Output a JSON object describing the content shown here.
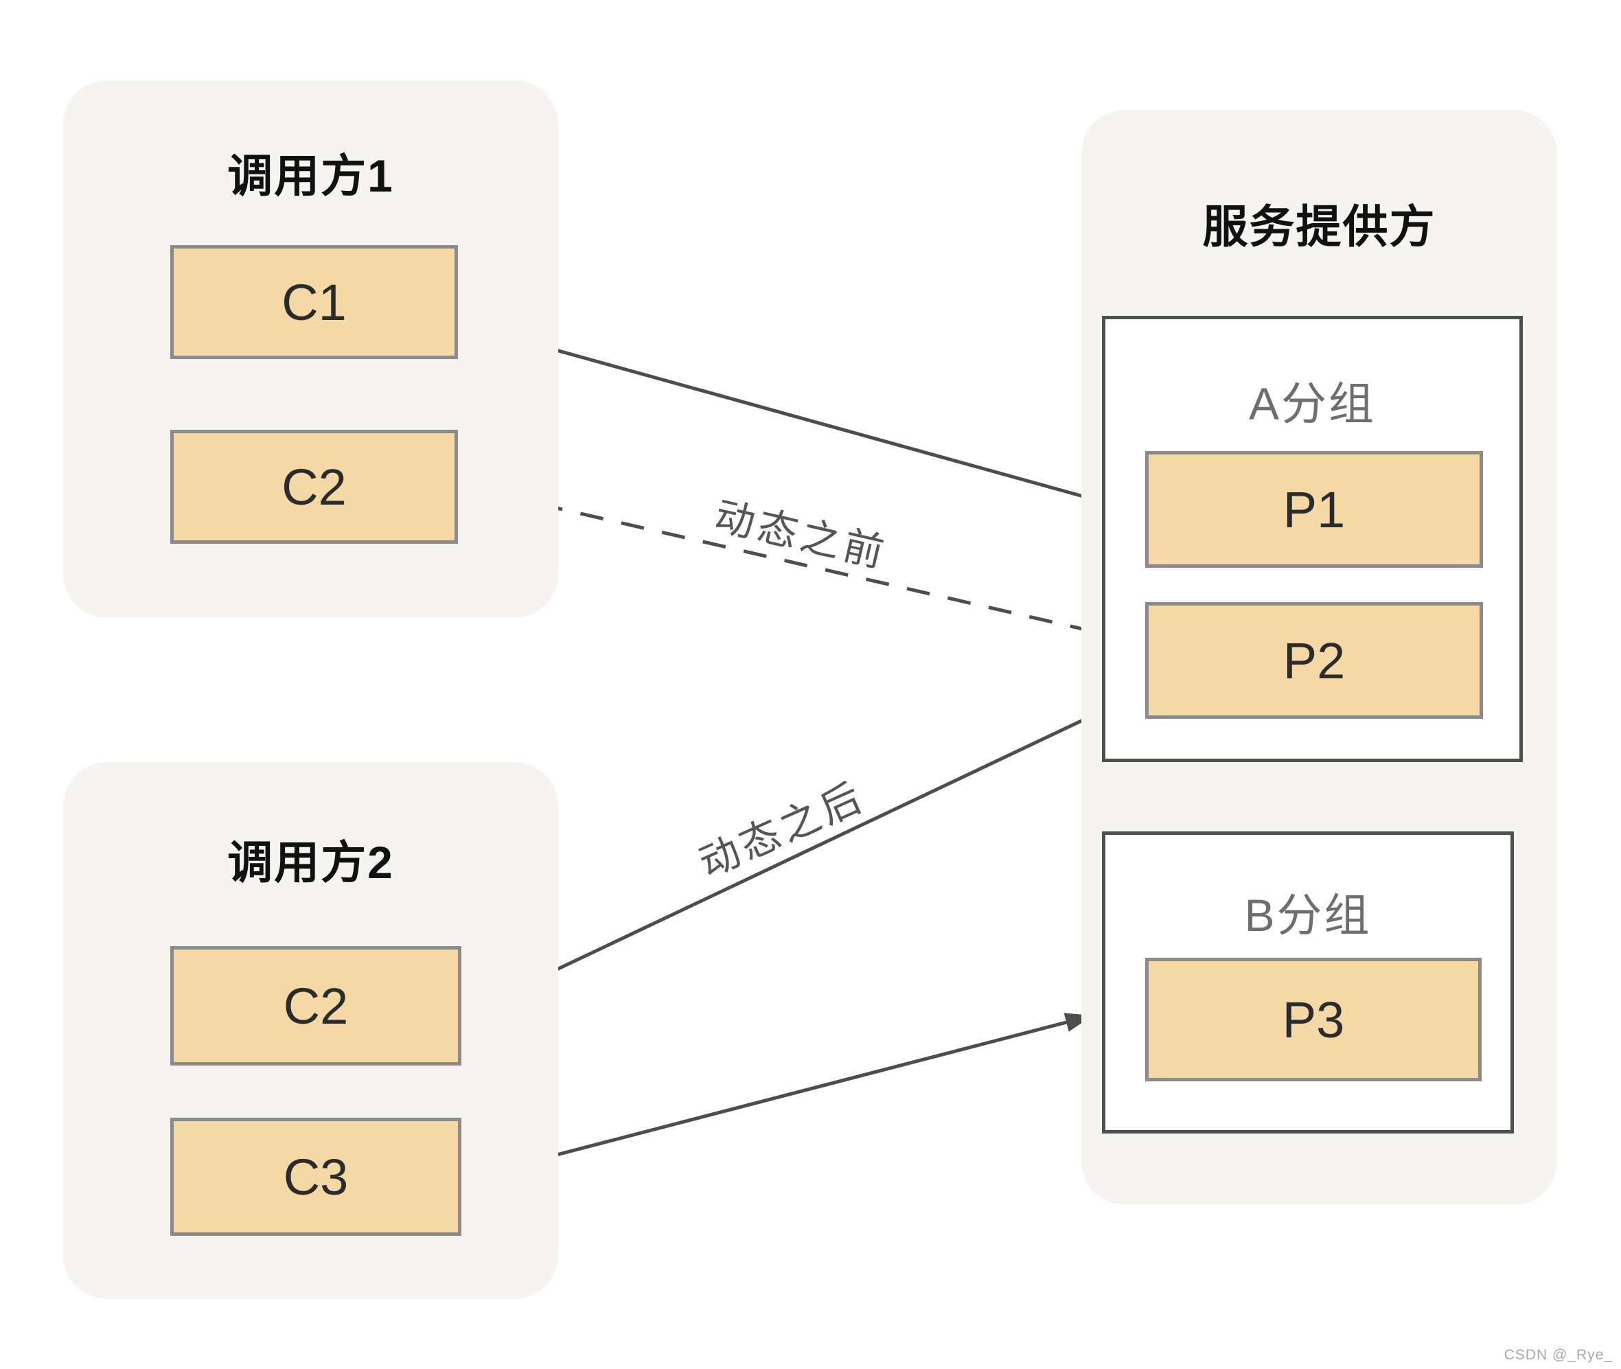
{
  "diagram": {
    "caller1": {
      "title": "调用方1",
      "boxes": [
        {
          "label": "C1"
        },
        {
          "label": "C2"
        }
      ]
    },
    "caller2": {
      "title": "调用方2",
      "boxes": [
        {
          "label": "C2"
        },
        {
          "label": "C3"
        }
      ]
    },
    "provider": {
      "title": "服务提供方",
      "groups": [
        {
          "title": "A分组",
          "boxes": [
            {
              "label": "P1"
            },
            {
              "label": "P2"
            }
          ]
        },
        {
          "title": "B分组",
          "boxes": [
            {
              "label": "P3"
            }
          ]
        }
      ]
    },
    "edges": {
      "before_label": "动态之前",
      "after_label": "动态之后"
    },
    "watermark": "CSDN @_Rye_",
    "colors": {
      "box_fill": "#f4d9a6",
      "box_border": "#8a8a8a",
      "group_border": "#4f4f4f",
      "container_fill": "#f5f4f1",
      "arrow": "#4d4d4d",
      "title_color": "#111111",
      "group_title_color": "#6e6e6e",
      "node_label_color": "#2b2b2b",
      "edge_label_color": "#555555",
      "watermark_color": "#a8a8a8"
    }
  }
}
